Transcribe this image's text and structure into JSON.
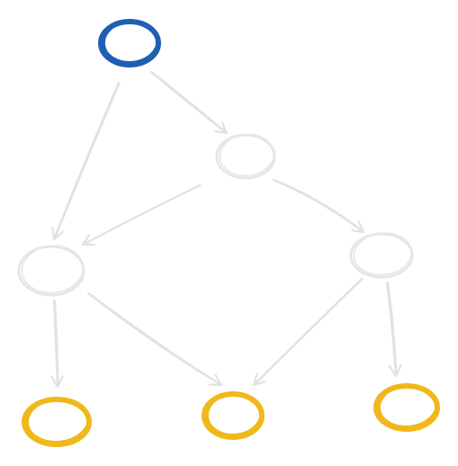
{
  "diagram": {
    "colors": {
      "root": "#1f5fb4",
      "intermediate": "#e6e6e6",
      "leaf": "#f0b81a",
      "edge": "#e2e2e2"
    },
    "nodes": [
      {
        "id": "root",
        "kind": "root",
        "label": ""
      },
      {
        "id": "mid-center",
        "kind": "intermediate",
        "label": ""
      },
      {
        "id": "mid-left",
        "kind": "intermediate",
        "label": ""
      },
      {
        "id": "mid-right",
        "kind": "intermediate",
        "label": ""
      },
      {
        "id": "leaf-left",
        "kind": "leaf",
        "label": ""
      },
      {
        "id": "leaf-center",
        "kind": "leaf",
        "label": ""
      },
      {
        "id": "leaf-right",
        "kind": "leaf",
        "label": ""
      }
    ],
    "edges": [
      {
        "from": "root",
        "to": "mid-center"
      },
      {
        "from": "root",
        "to": "mid-left"
      },
      {
        "from": "mid-center",
        "to": "mid-left"
      },
      {
        "from": "mid-center",
        "to": "mid-right"
      },
      {
        "from": "mid-left",
        "to": "leaf-left"
      },
      {
        "from": "mid-left",
        "to": "leaf-center"
      },
      {
        "from": "mid-right",
        "to": "leaf-center"
      },
      {
        "from": "mid-right",
        "to": "leaf-right"
      }
    ]
  }
}
